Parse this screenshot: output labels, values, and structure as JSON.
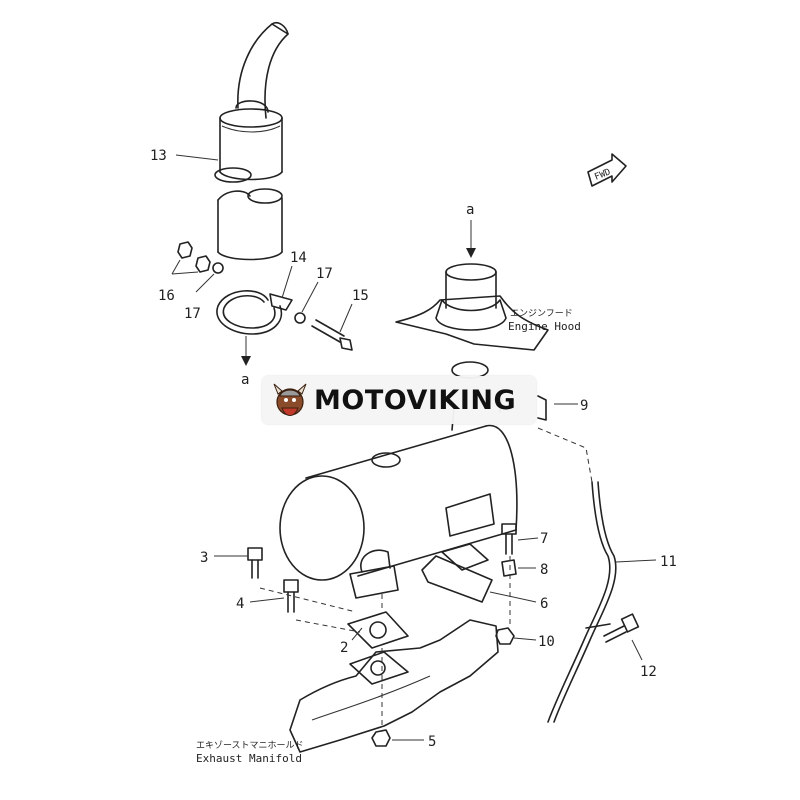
{
  "callouts": {
    "c1": "2",
    "c2": "3",
    "c3": "4",
    "c4": "5",
    "c5": "6",
    "c6": "7",
    "c7": "8",
    "c8": "9",
    "c9": "10",
    "c10": "11",
    "c11": "12",
    "c12": "13",
    "c13": "14",
    "c14": "15",
    "c15": "16",
    "c16": "17",
    "c17": "17"
  },
  "ref_marks": {
    "top": "a",
    "bottom": "a"
  },
  "notes": {
    "engine_hood_jp": "エンジンフード",
    "engine_hood_en": "Engine Hood",
    "exhaust_manifold_jp": "エキゾーストマニホールド",
    "exhaust_manifold_en": "Exhaust Manifold",
    "fwd": "FWD"
  },
  "watermark": {
    "text": "MOTOVIKING"
  },
  "colors": {
    "line": "#222222",
    "background": "#ffffff",
    "logo_accent": "#c0392b"
  }
}
